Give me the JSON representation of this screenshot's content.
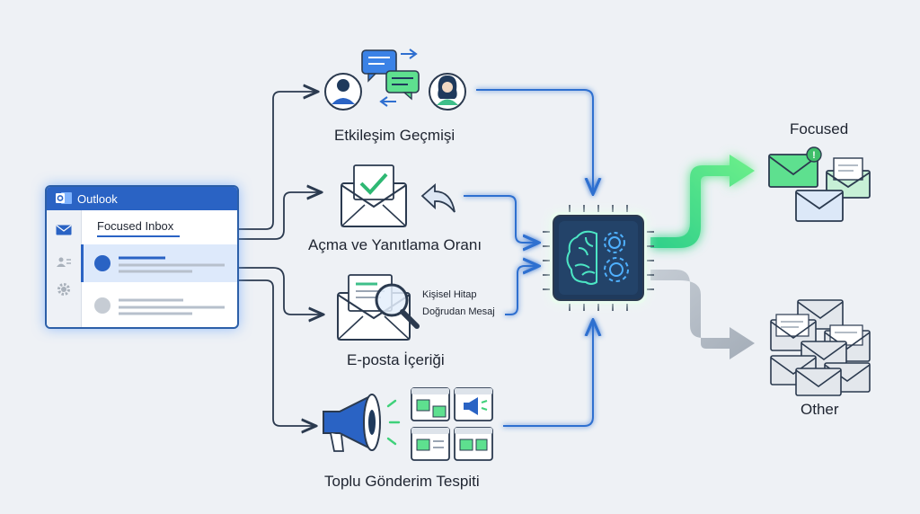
{
  "outlook": {
    "title": "Outlook",
    "tab_label": "Focused Inbox"
  },
  "signals": {
    "interaction_history": "Etkileşim Geçmişi",
    "open_reply_rate": "Açma ve Yanıtlama Oranı",
    "email_content": "E-posta İçeriği",
    "content_tags": [
      "Kişisel Hitap",
      "Doğrudan Mesaj"
    ],
    "bulk_detection": "Toplu Gönderim Tespiti"
  },
  "outputs": {
    "focused": "Focused",
    "other": "Other"
  },
  "colors": {
    "primary_blue": "#2a63c4",
    "accent_green": "#3fd17a",
    "chip_dark": "#1f3a5c",
    "muted_gray": "#a9b1bb"
  }
}
